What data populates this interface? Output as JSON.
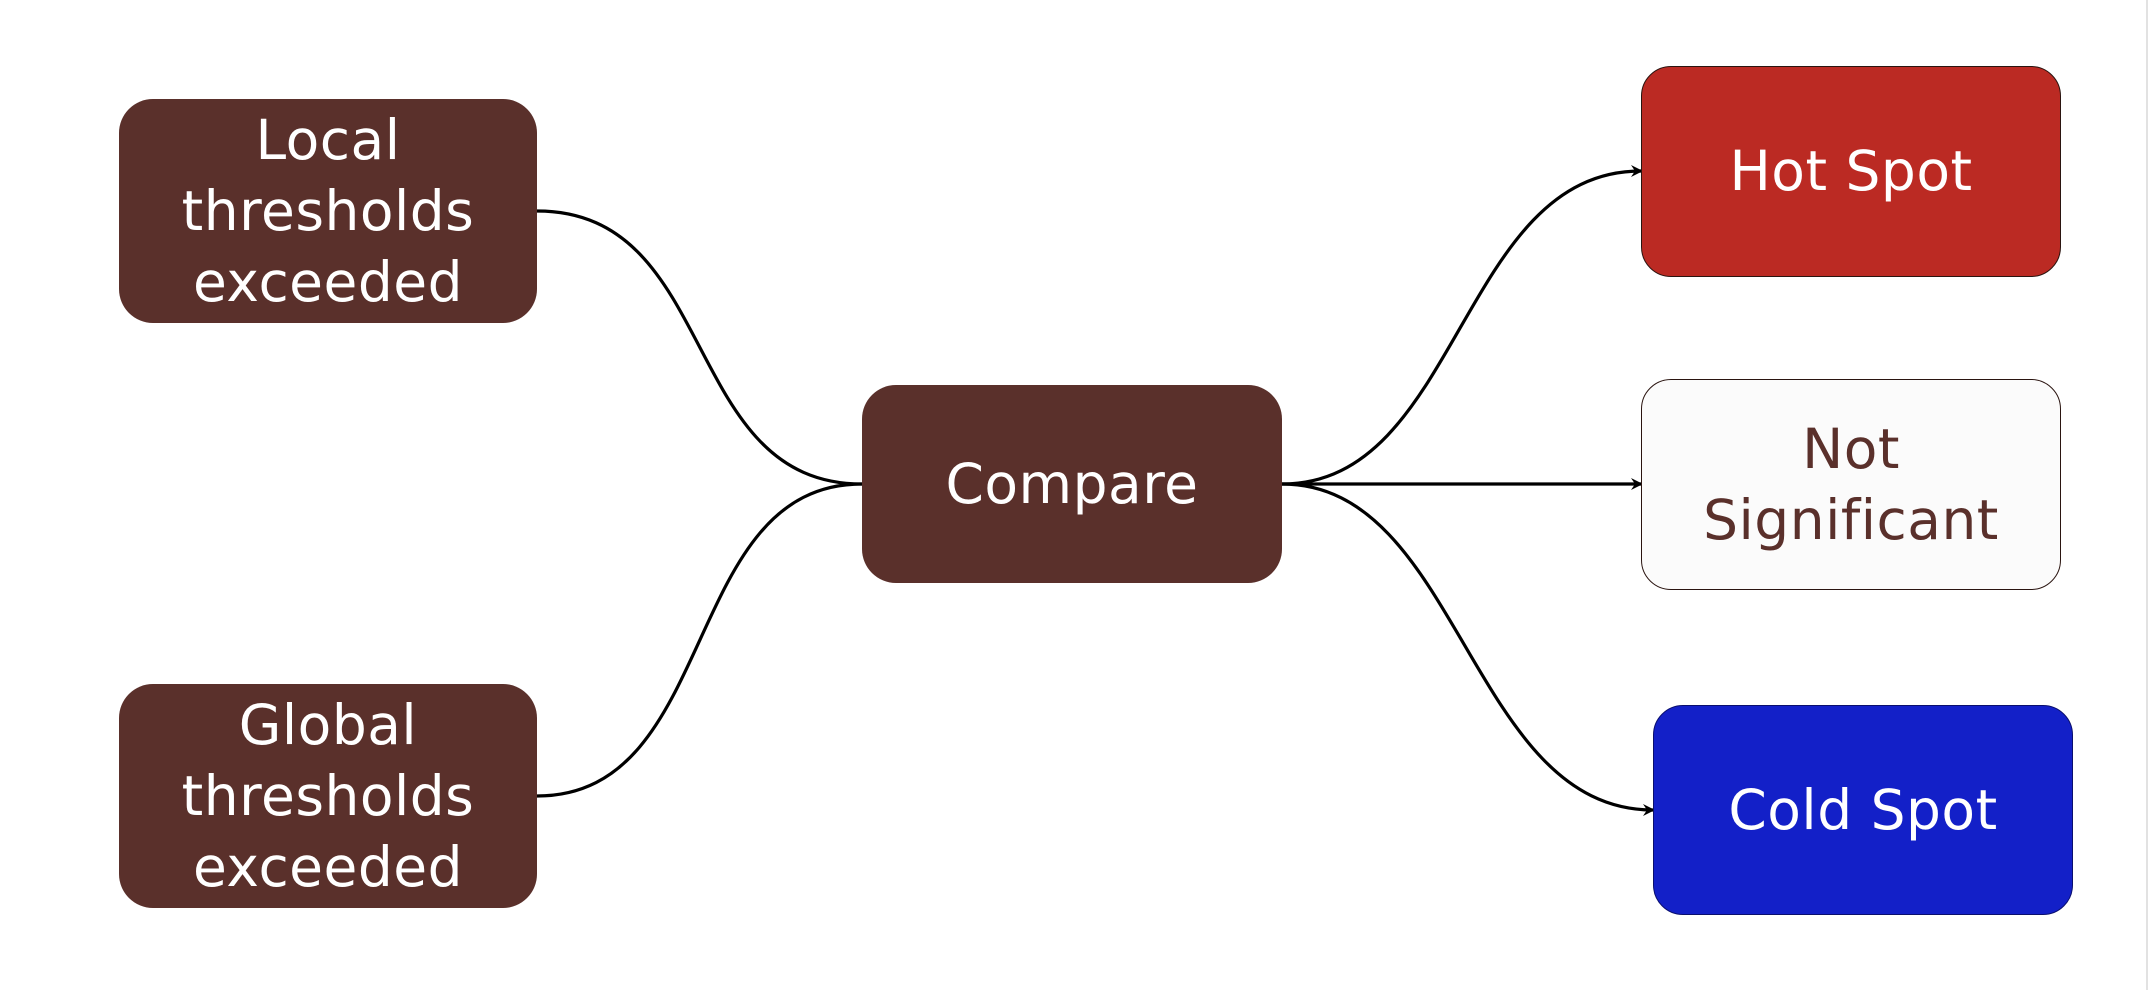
{
  "nodes": {
    "local": {
      "label": "Local\nthresholds\nexceeded"
    },
    "global": {
      "label": "Global\nthresholds\nexceeded"
    },
    "compare": {
      "label": "Compare"
    },
    "hot": {
      "label": "Hot Spot"
    },
    "not_significant": {
      "label": "Not\nSignificant"
    },
    "cold": {
      "label": "Cold Spot"
    }
  },
  "colors": {
    "input_fill": "#5a302b",
    "hot_fill": "#bb2a23",
    "not_significant_fill": "#fbfbfb",
    "not_significant_text": "#5a302b",
    "cold_fill": "#1320c8",
    "edge": "#000000"
  }
}
